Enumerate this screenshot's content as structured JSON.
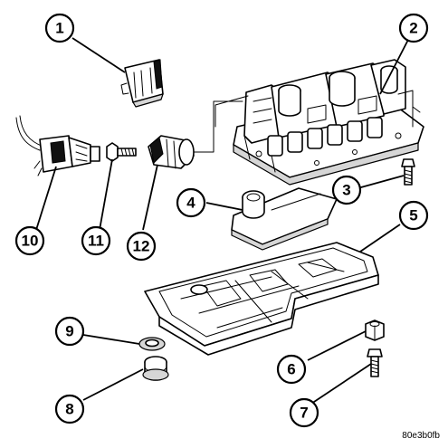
{
  "callouts": [
    {
      "number": "1"
    },
    {
      "number": "2"
    },
    {
      "number": "3"
    },
    {
      "number": "4"
    },
    {
      "number": "5"
    },
    {
      "number": "6"
    },
    {
      "number": "7"
    },
    {
      "number": "8"
    },
    {
      "number": "9"
    },
    {
      "number": "10"
    },
    {
      "number": "11"
    },
    {
      "number": "12"
    }
  ],
  "reference_code": "80e3b0fb"
}
